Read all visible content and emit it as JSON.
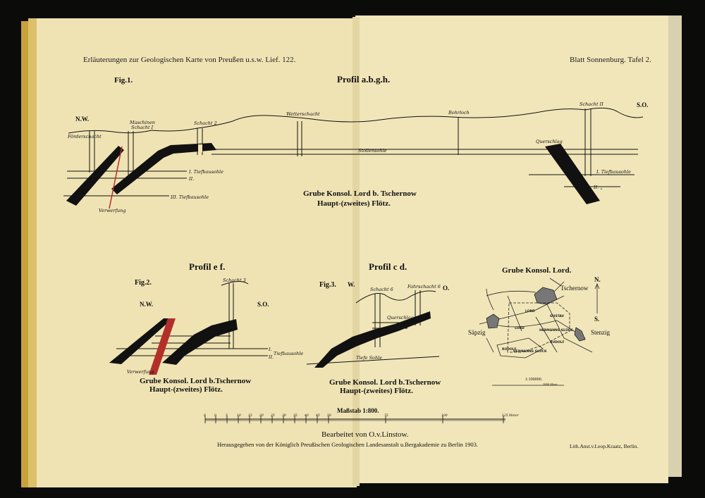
{
  "header": {
    "left": "Erläuterungen zur Geologischen Karte von Preußen u.s.w. Lief. 122.",
    "right": "Blatt Sonnenburg. Tafel 2."
  },
  "fig1": {
    "fig_label": "Fig.1.",
    "title": "Profil a.b.g.h.",
    "nw": "N.W.",
    "so": "S.O.",
    "foerderschacht": "Förderschacht",
    "maschinen_schacht_1": "Maschinen",
    "maschinen_schacht_2": "Schacht I",
    "schacht2": "Schacht 2",
    "wetterschacht": "Wetterschacht",
    "bohrloch": "Bohrloch",
    "schacht_ii": "Schacht II",
    "stollensohle": "Stollensohle",
    "querschlag": "Querschlag",
    "level_i": "I. Tiefbausohle",
    "level_ii": "II.",
    "level_iii": "III. Tiefbausohle",
    "level_i_right": "I. Tiefbausohle",
    "level_ii_right": "II.  „",
    "verwerfung": "Verwerfung",
    "caption1": "Grube Konsol. Lord b. Tschernow",
    "caption2": "Haupt-(zweites) Flötz."
  },
  "fig2": {
    "title": "Profil e f.",
    "fig_label": "Fig.2.",
    "nw": "N.W.",
    "so": "S.O.",
    "schacht3": "Schacht 3",
    "level_i": "I.",
    "level_label": "Tiefbausohle",
    "level_ii": "II.",
    "verwerfung": "Verwerfung",
    "caption1": "Grube Konsol. Lord b.Tschernow",
    "caption2": "Haupt-(zweites) Flötz."
  },
  "fig3": {
    "title": "Profil c d.",
    "fig_label": "Fig.3.",
    "w": "W.",
    "o": "O.",
    "schacht6": "Schacht 6",
    "fahrschacht6": "Fahrschacht 6",
    "querschlag": "Querschlag",
    "tiefe_sohle": "Tiefe Sohle",
    "caption1": "Grube Konsol. Lord b.Tschernow",
    "caption2": "Haupt-(zweites) Flötz."
  },
  "map": {
    "title": "Grube Konsol. Lord.",
    "north": "N.",
    "south": "S.",
    "towns": [
      "Tschernow",
      "Säpzig",
      "Stenzig"
    ],
    "fields": [
      "LORD",
      "GUSTAV",
      "LORD",
      "HERMANNS GLÜCK",
      "RUDOLF",
      "RUDOLF",
      "HERMANNS GLÜCK"
    ],
    "scale": "1:100000.",
    "scale_unit": "2000 Meter"
  },
  "scale_bar": {
    "title": "Maßstab 1:800.",
    "ticks": [
      "0",
      "0",
      "5",
      "10",
      "15",
      "20",
      "25",
      "30",
      "35",
      "40",
      "45",
      "50",
      "75",
      "100",
      "125 Meter"
    ]
  },
  "footer": {
    "author": "Bearbeitet von O.v.Linstow.",
    "publisher": "Herausgegeben von der Königlich Preußischen Geologischen Landesanstalt u.Bergakademie zu Berlin 1903.",
    "lithographer": "Lith.Anst.v.Leop.Kraatz, Berlin."
  },
  "colors": {
    "paper": "#efe3b4",
    "ink": "#111111",
    "fault_red": "#b3302a",
    "gilt_edge": "#c9a23c"
  }
}
